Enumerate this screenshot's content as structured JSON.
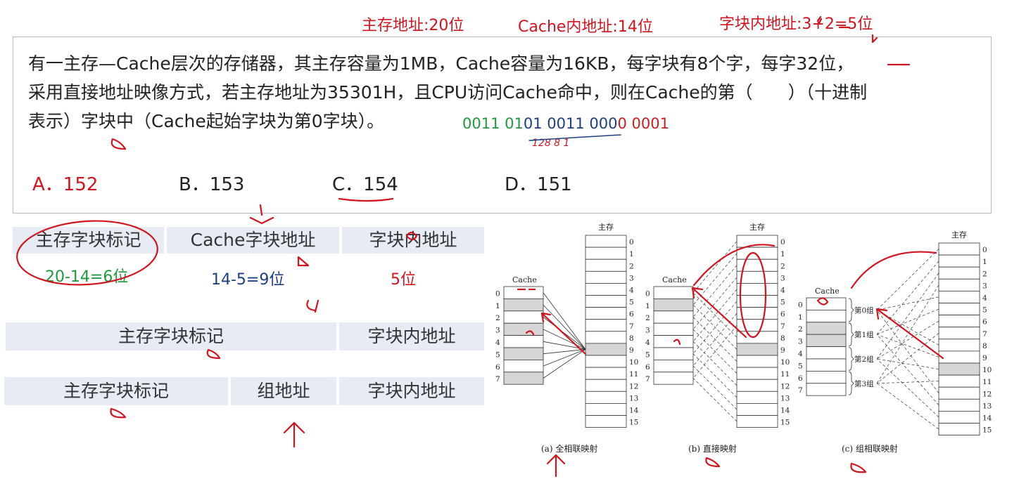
{
  "top_notes": {
    "main_addr": "主存地址:20位",
    "cache_addr": "Cache内地址:14位",
    "block_addr": "字块内地址:3+2=5位"
  },
  "question": {
    "line1": "有一主存—Cache层次的存储器，其主存容量为1MB，Cache容量为16KB，每字块有8个字，每字32位，",
    "line2": "采用直接地址映像方式，若主存地址为35301H，且CPU访问Cache命中，则在Cache的第（　　）（十进制",
    "line3": "表示）字块中（Cache起始字块为第0字块）。"
  },
  "binary": {
    "g1": "0011 01",
    "b1": "01 0011 000",
    "r1": "0 0001",
    "note": "128  8 1"
  },
  "options": {
    "a": "A．152",
    "b": "B．153",
    "c": "C．154",
    "d": "D．151"
  },
  "fields_direct": {
    "tag": "主存字块标记",
    "cache_block": "Cache字块地址",
    "word": "字块内地址",
    "tag_bits": "20-14=6位",
    "cache_bits": "14-5=9位",
    "word_bits": "5位"
  },
  "fields_full": {
    "tag": "主存字块标记",
    "word": "字块内地址"
  },
  "fields_set": {
    "tag": "主存字块标记",
    "group": "组地址",
    "word": "字块内地址"
  },
  "figure": {
    "main_label": "主存",
    "cache_label": "Cache",
    "main_nums": [
      "0",
      "1",
      "2",
      "3",
      "4",
      "5",
      "6",
      "7",
      "8",
      "9",
      "10",
      "11",
      "12",
      "13",
      "14",
      "15"
    ],
    "cache_nums": [
      "0",
      "1",
      "2",
      "3",
      "4",
      "5",
      "6",
      "7"
    ],
    "groups": [
      "第0组",
      "第1组",
      "第2组",
      "第3组"
    ],
    "caption_a": "(a) 全相联映射",
    "caption_b": "(b) 直接映射",
    "caption_c": "(c) 组相联映射"
  },
  "colors": {
    "accent_red": "#d2141e",
    "green": "#1e9a3c",
    "navy": "#1d3f86",
    "bar_bg": "#e7ecf4",
    "cache_shade": "#d6d6d6"
  }
}
